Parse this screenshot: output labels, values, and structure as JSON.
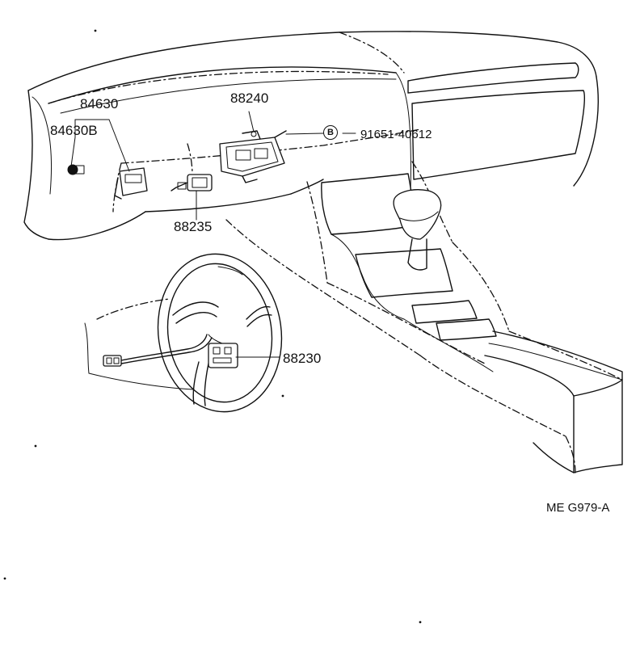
{
  "diagram": {
    "callouts": [
      {
        "id": "84630",
        "text": "84630"
      },
      {
        "id": "84630B",
        "text": "84630B"
      },
      {
        "id": "88240",
        "text": "88240"
      },
      {
        "id": "88235",
        "text": "88235"
      },
      {
        "id": "88230",
        "text": "88230"
      },
      {
        "id": "91651-40612",
        "text": "91651-40612"
      }
    ],
    "bolt_marker": "B",
    "figure_code": "ME  G979-A"
  }
}
